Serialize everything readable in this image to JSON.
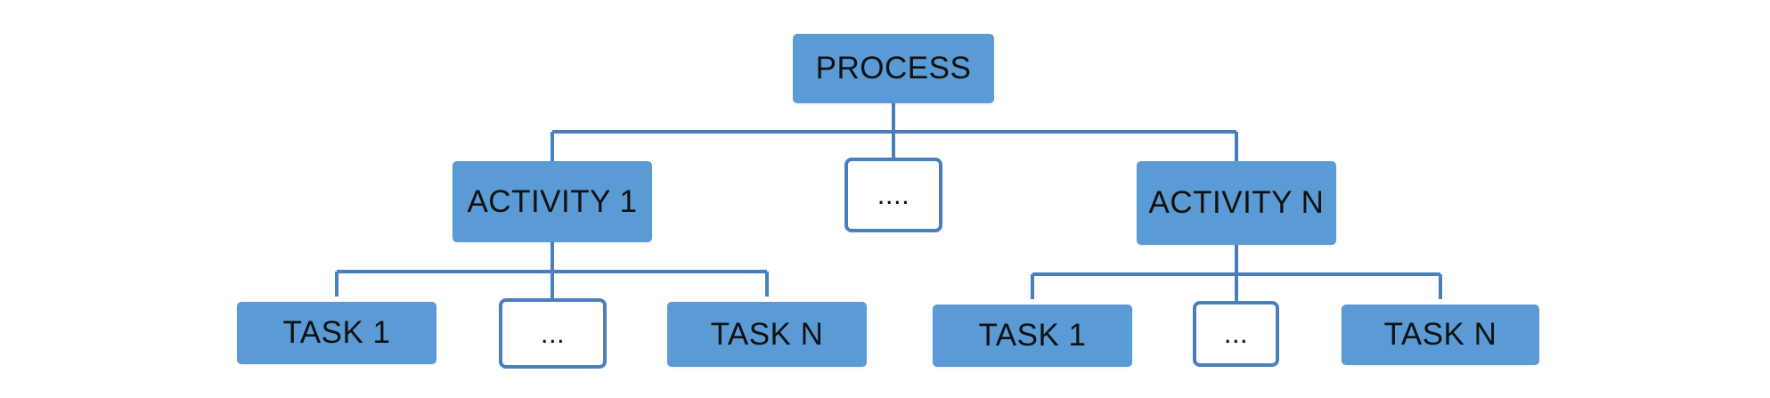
{
  "diagram": {
    "root": {
      "label": "PROCESS"
    },
    "activities": [
      {
        "label": "ACTIVITY 1"
      },
      {
        "label": "...."
      },
      {
        "label": "ACTIVITY N"
      }
    ],
    "tasks_activity_1": [
      {
        "label": "TASK 1"
      },
      {
        "label": "..."
      },
      {
        "label": "TASK N"
      }
    ],
    "tasks_activity_n": [
      {
        "label": "TASK 1"
      },
      {
        "label": "..."
      },
      {
        "label": "TASK N"
      }
    ]
  },
  "colors": {
    "box_fill": "#5b9bd5",
    "outline_border": "#4a7fbf",
    "connector": "#4a7fbf",
    "text": "#111111"
  }
}
